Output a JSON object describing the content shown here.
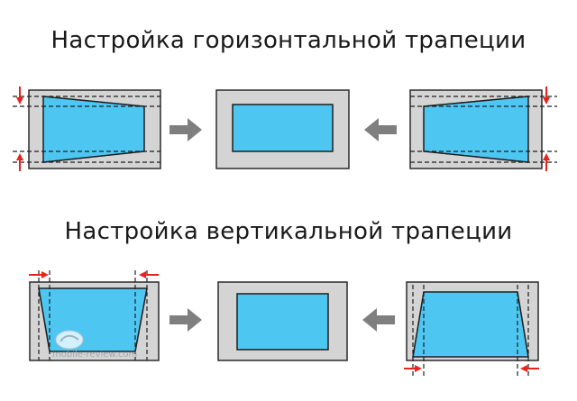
{
  "headings": {
    "horizontal": "Настройка горизонтальной трапеции",
    "vertical": "Настройка вертикальной трапеции"
  },
  "watermark": "mobile-review.com",
  "colors": {
    "frame_fill": "#d4d4d4",
    "frame_stroke": "#2b2b2b",
    "screen_fill": "#4dc7f2",
    "arrow_gray": "#7f7f7f",
    "marker_red": "#e8231e",
    "guide_dash": "#1e1e1e"
  },
  "icons": [
    "arrow-right-icon",
    "arrow-left-icon",
    "red-arrow-icon",
    "mobile-review-logo"
  ]
}
